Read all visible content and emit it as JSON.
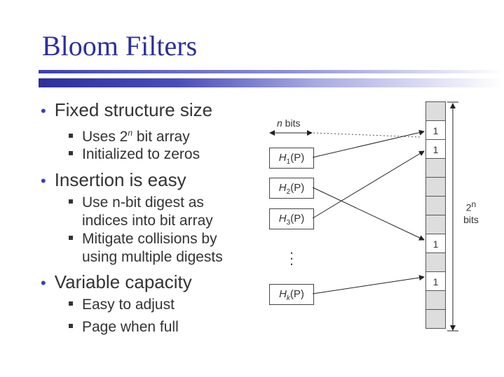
{
  "title": "Bloom Filters",
  "bullets": [
    {
      "text": "Fixed structure size",
      "sub": [
        {
          "pre": "Uses 2",
          "sup": "n",
          "post": " bit array"
        },
        {
          "pre": "Initialized to zeros",
          "sup": "",
          "post": ""
        }
      ]
    },
    {
      "text": "Insertion is easy",
      "sub": [
        {
          "line1": "Use n-bit digest as",
          "line2": "indices into bit array"
        },
        {
          "line1": "Mitigate collisions by",
          "line2": "using multiple digests"
        }
      ]
    },
    {
      "text": "Variable capacity",
      "sub": [
        {
          "pre": "Easy to adjust"
        },
        {
          "pre": "Page when full"
        }
      ]
    }
  ],
  "diagram": {
    "nbits_italic": "n",
    "nbits_text": " bits",
    "hashes": [
      {
        "h": "H",
        "sub": "1",
        "arg": "(P)"
      },
      {
        "h": "H",
        "sub": "2",
        "arg": "(P)"
      },
      {
        "h": "H",
        "sub": "3",
        "arg": "(P)"
      },
      {
        "h": "H",
        "sub": "k",
        "arg": "(P)"
      }
    ],
    "bit_array": [
      0,
      1,
      1,
      0,
      0,
      0,
      0,
      1,
      0,
      1,
      0,
      0
    ],
    "set_label": "1",
    "size_sup": "n",
    "size_base": "2",
    "size_unit": "bits"
  }
}
